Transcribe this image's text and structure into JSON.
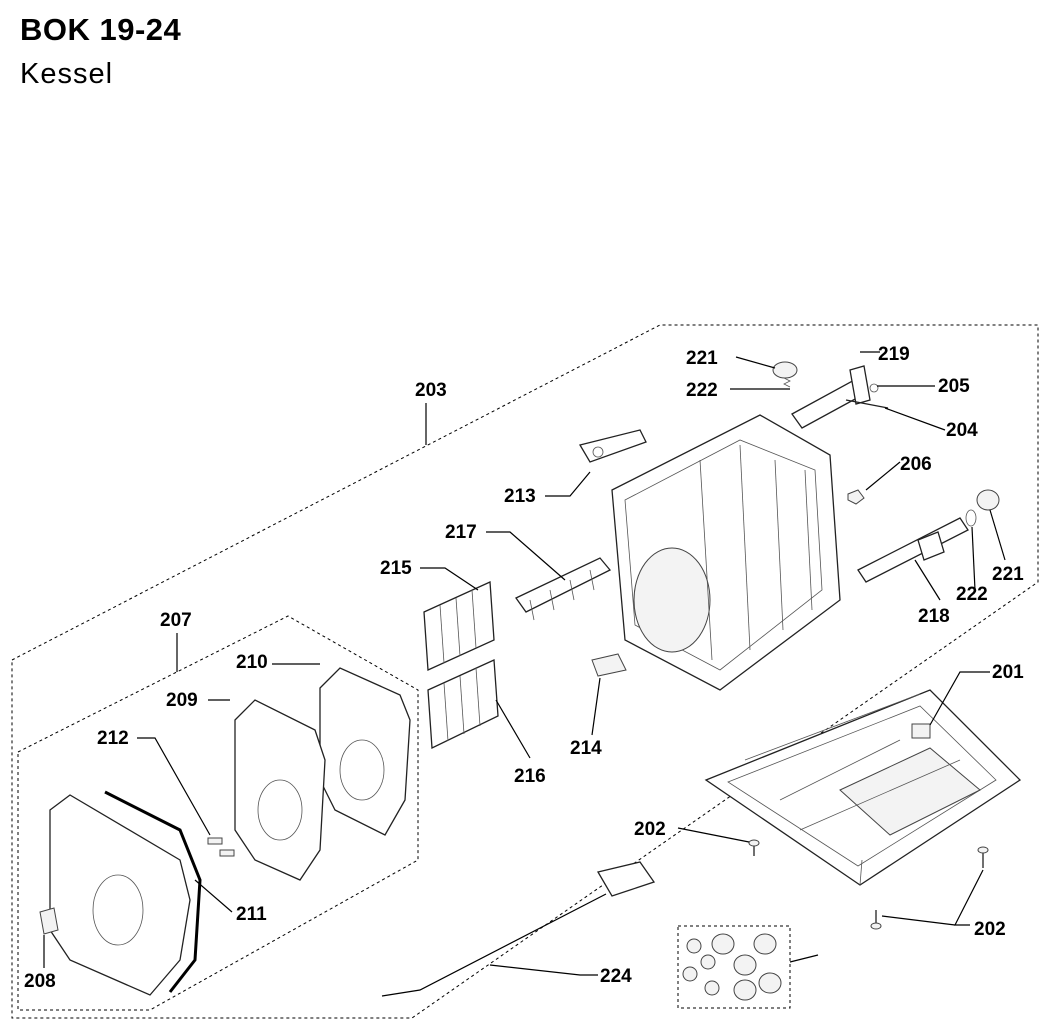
{
  "header": {
    "title": "BOK 19-24",
    "subtitle": "Kessel"
  },
  "labels": {
    "p201": "201",
    "p202a": "202",
    "p202b": "202",
    "p203": "203",
    "p204": "204",
    "p205": "205",
    "p206": "206",
    "p207": "207",
    "p208": "208",
    "p209": "209",
    "p210": "210",
    "p211": "211",
    "p212": "212",
    "p213": "213",
    "p214": "214",
    "p215": "215",
    "p216": "216",
    "p217": "217",
    "p218": "218",
    "p219": "219",
    "p221a": "221",
    "p221b": "221",
    "p222a": "222",
    "p222b": "222",
    "p224": "224"
  }
}
